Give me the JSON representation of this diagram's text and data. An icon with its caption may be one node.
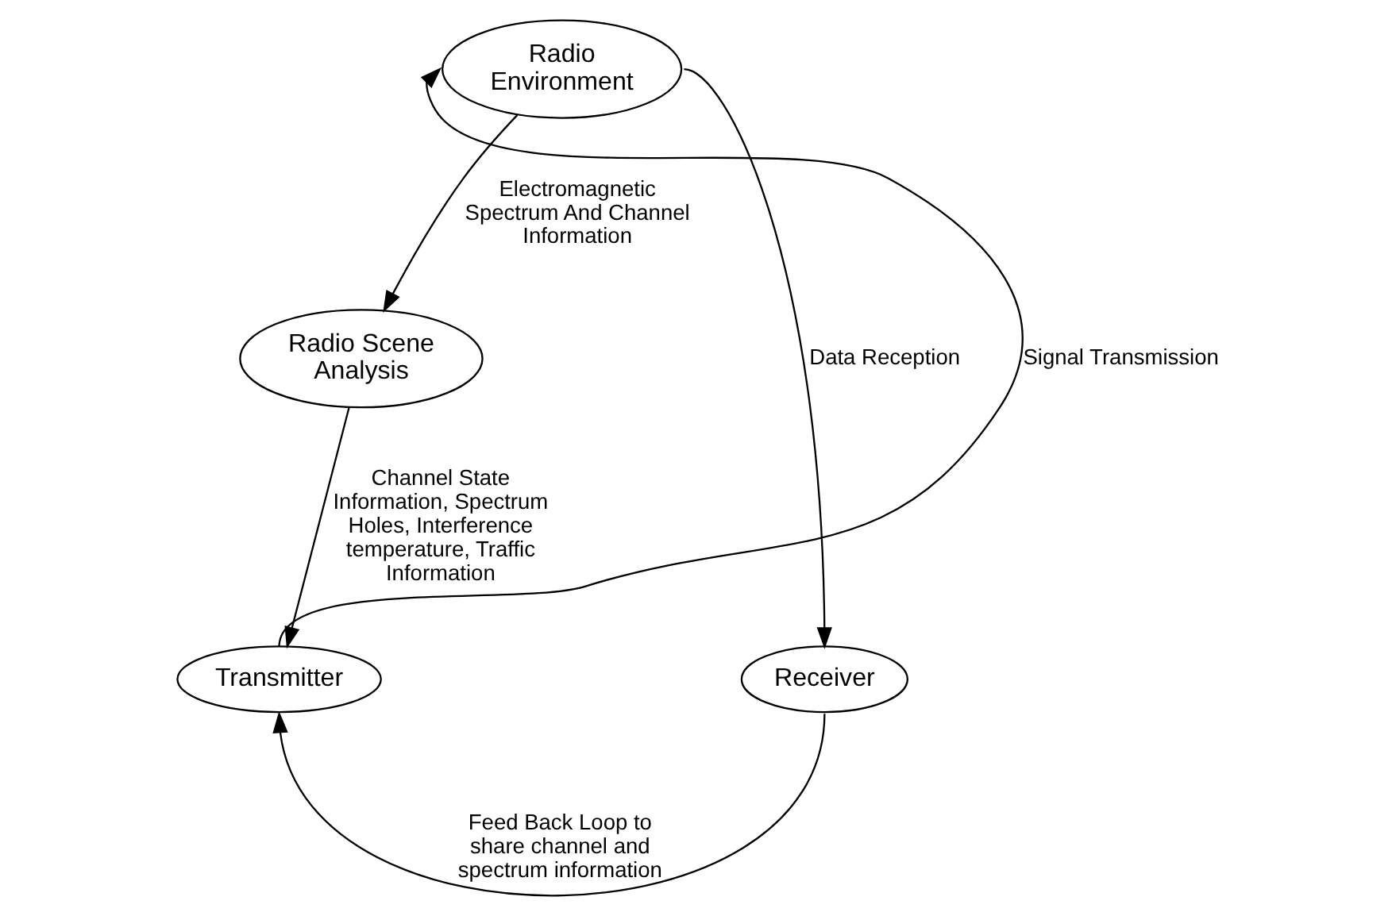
{
  "diagram": {
    "nodes": [
      {
        "text": [
          "Radio Environment"
        ]
      },
      {
        "text": [
          "Radio Scene Analysis"
        ]
      },
      {
        "text": [
          "Transmitter"
        ]
      },
      {
        "text": [
          "Receiver"
        ]
      }
    ],
    "edges": [
      {
        "from": 0,
        "to": 1,
        "arrow": "to",
        "label": "Electromagnetic Spectrum And Channel Information"
      },
      {
        "from": 1,
        "to": 2,
        "arrow": "to",
        "label": "Channel State Information, Spectrum Holes, Interference temperature, Traffic Information"
      },
      {
        "from": 2,
        "to": 0,
        "arrow": "to",
        "label": "Signal Transmission"
      },
      {
        "from": 0,
        "to": 3,
        "arrow": "to",
        "label": "Data Reception"
      },
      {
        "from": 3,
        "to": 2,
        "arrow": "to",
        "label": "Feed Back Loop to share channel and spectrum information"
      }
    ]
  }
}
